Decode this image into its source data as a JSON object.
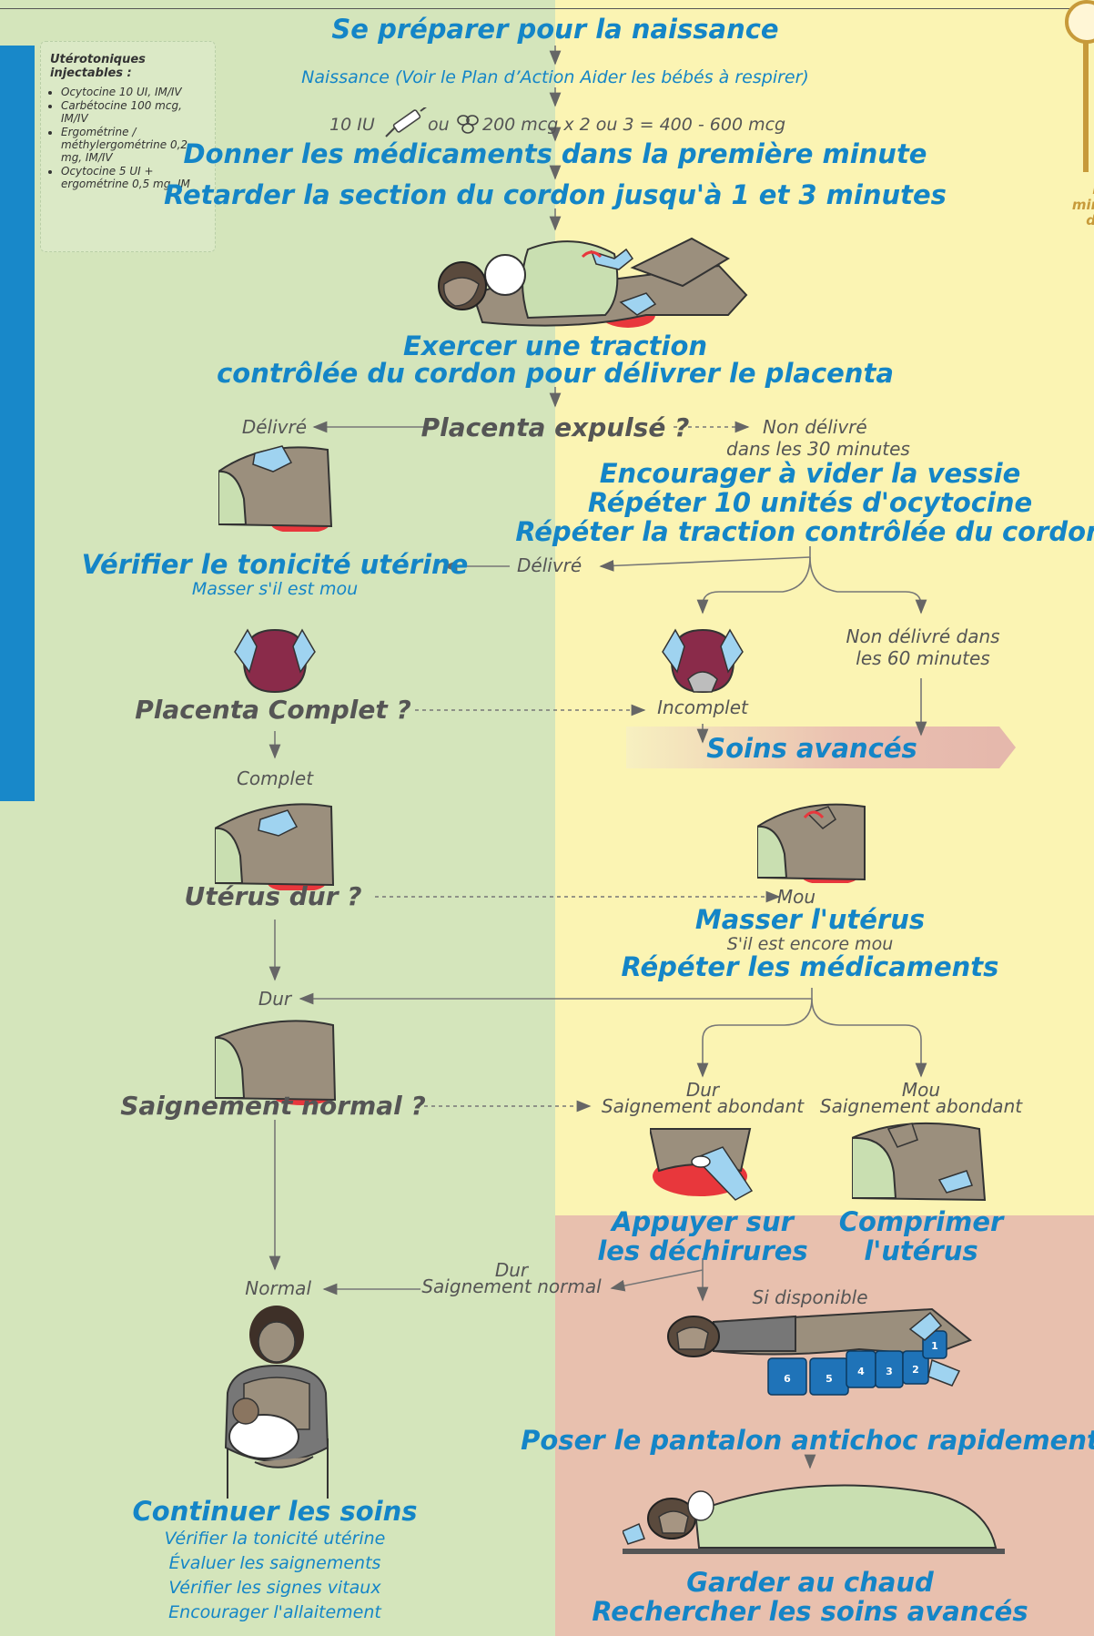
{
  "sidebar": {
    "title": "Utérotoniques injectables :",
    "items": [
      "Ocytocine 10 UI, IM/IV",
      "Carbétocine 100 mcg, IM/IV",
      "Ergométrine / méthylergométrine 0,2 mg, IM/IV",
      "Ocytocine 5 UI + ergométrine 0,5 mg, IM"
    ]
  },
  "timer": {
    "line1": "La",
    "line2": "minu",
    "line3": "d’o"
  },
  "colors": {
    "left_panel": "#d4e5bb",
    "right_panel": "#fbf4b3",
    "advanced_panel": "#e8c0ae",
    "heading": "#1485c7",
    "question": "#555555",
    "side_strip": "#1888c9",
    "blood": "#e8373c"
  },
  "flow": {
    "s1": "Se préparer pour la naissance",
    "s2": "Naissance (Voir le Plan d’Action Aider les bébés à respirer)",
    "dose_a": "10 IU",
    "dose_b": "ou",
    "dose_c": "200 mcg x 2 ou 3 = 400 - 600 mcg",
    "s3": "Donner les médicaments dans la première minute",
    "s4": "Retarder la section du cordon jusqu'à 1 et 3 minutes",
    "s5a": "Exercer une traction",
    "s5b": "contrôlée du cordon pour délivrer le placenta",
    "q1": "Placenta expulsé ?",
    "q1_yes": "Délivré",
    "q1_no_a": "Non délivré",
    "q1_no_b": "dans les 30 minutes",
    "r1a": "Encourager à vider la vessie",
    "r1b": "Répéter 10 unités d'ocytocine",
    "r1c": "Répéter la traction contrôlée du cordon",
    "back1": "Délivré",
    "v1": "Vérifier le tonicité utérine",
    "v1_sub": "Masser s'il est mou",
    "nd60_a": "Non délivré dans",
    "nd60_b": "les 60 minutes",
    "q2": "Placenta Complet ?",
    "q2_no": "Incomplet",
    "advanced": "Soins avancés",
    "q2_yes": "Complet",
    "q3": "Utérus dur ?",
    "q3_no": "Mou",
    "m1": "Masser l'utérus",
    "m1_sub": "S'il est encore mou",
    "m2": "Répéter les médicaments",
    "q3_yes": "Dur",
    "q4": "Saignement normal ?",
    "b_left_a": "Dur",
    "b_left_b": "Saignement abondant",
    "b_right_a": "Mou",
    "b_right_b": "Saignement abondant",
    "a1a": "Appuyer sur",
    "a1b": "les déchirures",
    "a2a": "Comprimer",
    "a2b": "l'utérus",
    "normal": "Normal",
    "dn_a": "Dur",
    "dn_b": "Saignement normal",
    "si_dispo": "Si disponible",
    "nasg": "Poser le pantalon antichoc rapidement",
    "cont": "Continuer les soins",
    "cont_items": [
      "Vérifier la tonicité utérine",
      "Évaluer les saignements",
      "Vérifier les signes vitaux",
      "Encourager l'allaitement"
    ],
    "warm_a": "Garder au chaud",
    "warm_b": "Rechercher les soins avancés",
    "nasg_segments": [
      "6",
      "5",
      "4",
      "3",
      "2",
      "1"
    ]
  }
}
